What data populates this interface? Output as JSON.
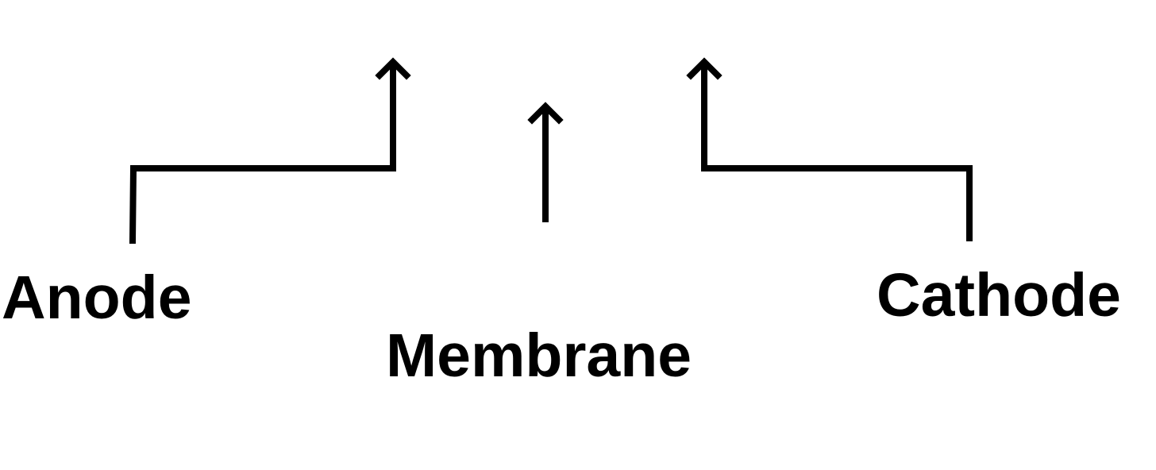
{
  "labels": {
    "anode": "Anode",
    "membrane": "Membrane",
    "cathode": "Cathode"
  },
  "colors": {
    "line": "#000000",
    "text": "#000000",
    "background": "#ffffff"
  }
}
